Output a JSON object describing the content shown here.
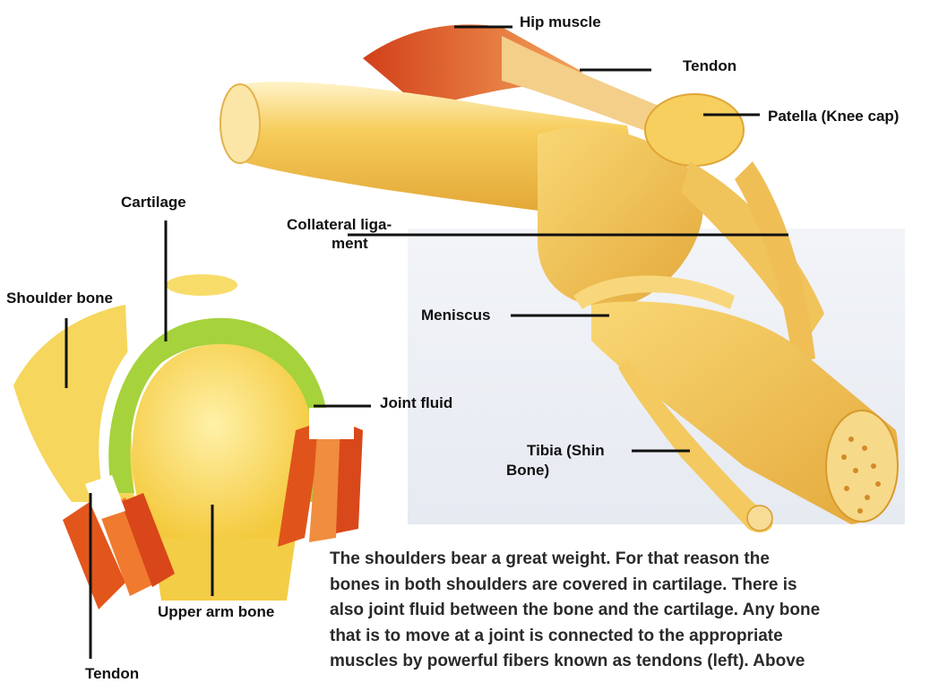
{
  "knee_labels": {
    "hip_muscle": "Hip muscle",
    "tendon": "Tendon",
    "patella": "Patella (Knee cap)",
    "collateral_line1": "Collateral  liga-",
    "collateral_line2": "ment",
    "meniscus": "Meniscus",
    "tibia_line1": "Tibia (Shin",
    "tibia_line2": "Bone)"
  },
  "shoulder_labels": {
    "cartilage": "Cartilage",
    "shoulder_bone": "Shoulder bone",
    "joint_fluid": "Joint fluid",
    "upper_arm_bone": "Upper arm bone",
    "tendon": "Tendon"
  },
  "paragraph": {
    "lines": [
      "The shoulders bear a great weight. For that reason the",
      "bones in both shoulders are covered in cartilage. There is",
      "also joint fluid between the bone and the cartilage. Any bone",
      "that is to move at a joint is connected to the appropriate",
      "muscles by powerful fibers known as tendons (left). Above"
    ]
  },
  "colors": {
    "bone": "#f2c14a",
    "bone_light": "#fbe39a",
    "muscle": "#e0551c",
    "cartilage": "#9fcf3a",
    "leader_line": "#111111"
  }
}
